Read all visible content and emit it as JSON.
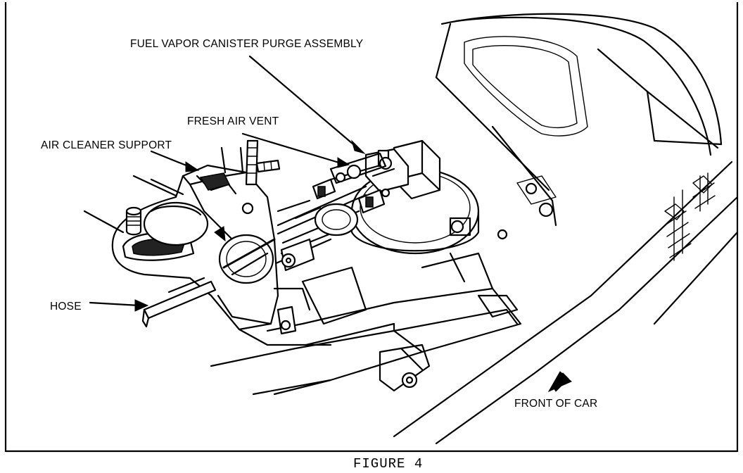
{
  "figure": {
    "caption": "FIGURE 4",
    "labels": {
      "purge_assembly": "FUEL VAPOR CANISTER PURGE ASSEMBLY",
      "fresh_air_vent": "FRESH AIR VENT",
      "air_cleaner_support": "AIR CLEANER SUPPORT",
      "hose": "HOSE",
      "front_of_car": "FRONT OF CAR"
    }
  },
  "colors": {
    "ink": "#000000",
    "paper": "#ffffff"
  }
}
